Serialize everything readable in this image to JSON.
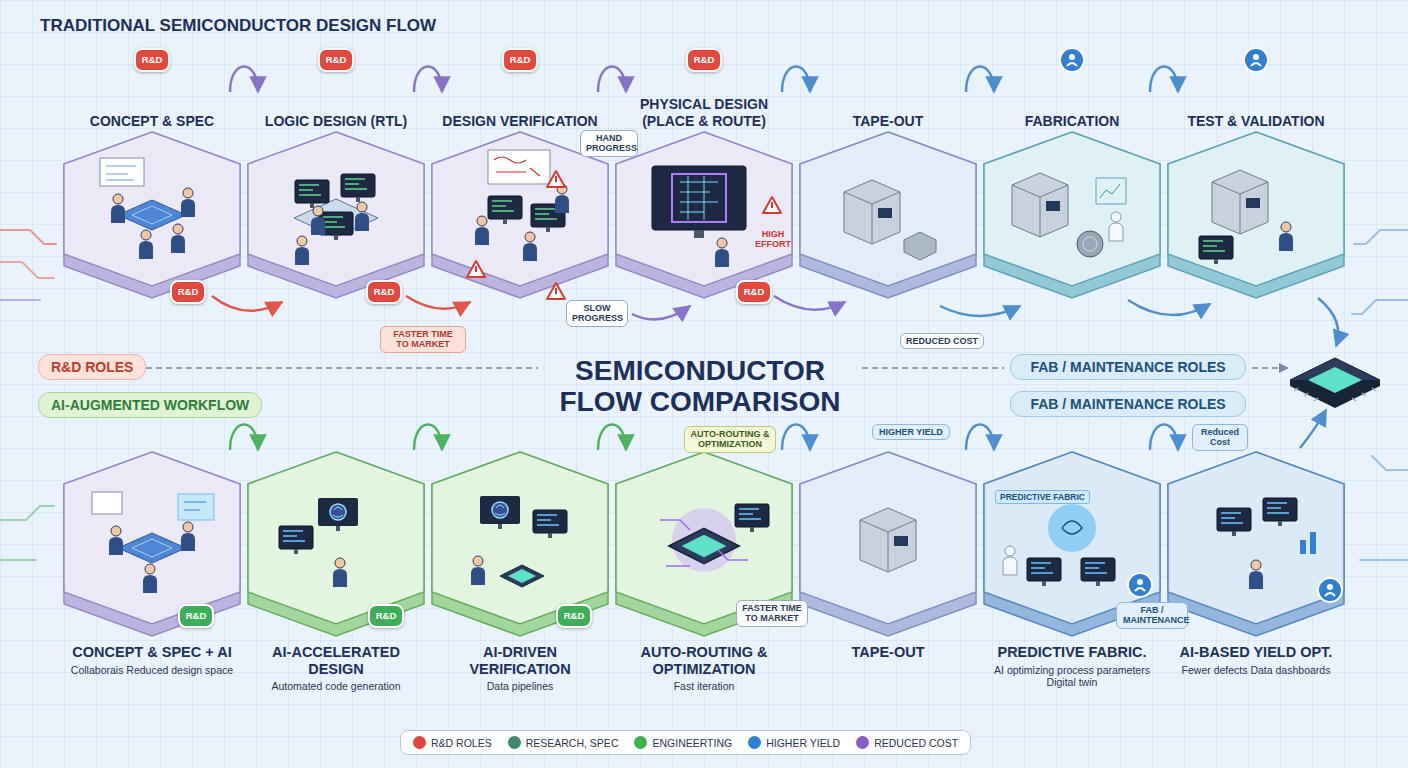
{
  "diagram": {
    "title": "SEMICONDUCTOR FLOW COMPARISON",
    "nodes": [
      {
        "text": [
          "CONCEPT & SPEC"
        ]
      },
      {
        "text": [
          "LOGIC DESIGN (RTL)"
        ]
      },
      {
        "text": [
          "DESIGN VERIFICATION"
        ]
      },
      {
        "text": [
          "PHYSICAL DESIGN (PLACE & ROUTE)"
        ]
      },
      {
        "text": [
          "TAPE-OUT"
        ]
      },
      {
        "text": [
          "FABRICATION"
        ]
      },
      {
        "text": [
          "TEST & VALIDATION"
        ]
      },
      {
        "text": [
          "CONCEPT & SPEC + AI",
          "Collaborais Reduced design space"
        ]
      },
      {
        "text": [
          "AI-ACCELERATED DESIGN",
          "Automated code generation"
        ]
      },
      {
        "text": [
          "AI-DRIVEN VERIFICATION",
          "Data pipelines"
        ]
      },
      {
        "text": [
          "AUTO-ROUTING & OPTIMIZATION",
          "Fast iteration"
        ]
      },
      {
        "text": [
          "TAPE-OUT"
        ]
      },
      {
        "text": [
          "PREDICTIVE FABRIC.",
          "AI optimizing process parameters Digital twin"
        ]
      },
      {
        "text": [
          "AI-BASED YIELD OPT.",
          "Fewer defects Data dashboards"
        ]
      }
    ],
    "edges": [
      {
        "from": 0,
        "to": 1,
        "arrow": "to"
      },
      {
        "from": 1,
        "to": 2,
        "arrow": "to"
      },
      {
        "from": 2,
        "to": 3,
        "arrow": "to"
      },
      {
        "from": 3,
        "to": 4,
        "arrow": "to"
      },
      {
        "from": 4,
        "to": 5,
        "arrow": "to"
      },
      {
        "from": 5,
        "to": 6,
        "arrow": "to"
      },
      {
        "from": 7,
        "to": 8,
        "arrow": "to"
      },
      {
        "from": 8,
        "to": 9,
        "arrow": "to"
      },
      {
        "from": 9,
        "to": 10,
        "arrow": "to"
      },
      {
        "from": 10,
        "to": 11,
        "arrow": "to"
      },
      {
        "from": 11,
        "to": 12,
        "arrow": "to"
      },
      {
        "from": 12,
        "to": 13,
        "arrow": "to"
      }
    ],
    "labels": [
      "TRADITIONAL SEMICONDUCTOR DESIGN FLOW",
      "R&D",
      "R&D",
      "R&D",
      "R&D",
      "HAND PROGRESS",
      "HIGH EFFORT",
      "R&D",
      "R&D",
      "R&D",
      "FASTER TIME TO MARKET",
      "SLOW PROGRESS",
      "REDUCED COST",
      "R&D ROLES",
      "AI-AUGMENTED WORKFLOW",
      "FAB / MAINTENANCE ROLES",
      "FAB / MAINTENANCE ROLES",
      "AUTO-ROUTING & OPTIMIZATION",
      "HIGHER YIELD",
      "PREDICTIVE FABRIC",
      "Reduced Cost",
      "R&D",
      "R&D",
      "R&D",
      "FASTER TIME TO MARKET",
      "FAB / MAINTENANCE"
    ],
    "legend": [
      {
        "text": "R&D ROLES",
        "color": "#e0443c"
      },
      {
        "text": "RESEARCH, SPEC",
        "color": "#3d8a6a"
      },
      {
        "text": "ENGINEERTING",
        "color": "#3cb44b"
      },
      {
        "text": "HIGHER YIELD",
        "color": "#2b7fd6"
      },
      {
        "text": "REDUCED COST",
        "color": "#8a5cc7"
      }
    ]
  }
}
